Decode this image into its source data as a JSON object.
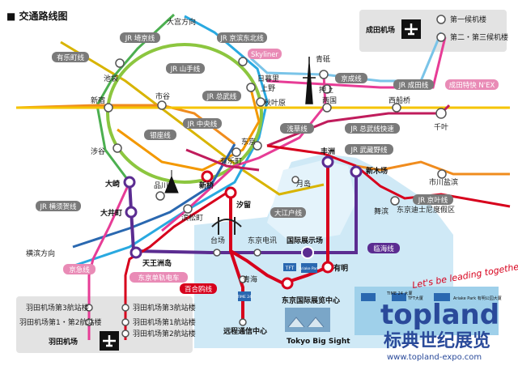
{
  "title": "■ 交通路线图",
  "colors": {
    "jr_yamanote": "#8cc63f",
    "jr_chuo": "#f08c1e",
    "jr_sobu": "#f5c400",
    "jr_keihin": "#29a9e0",
    "jr_saikyo": "#7fbf7f",
    "yurikamome": "#2a4a9a",
    "rinkai": "#1a8c7a",
    "keiyo": "#d7001c",
    "ginza": "#f39800",
    "asakusa": "#e73c96",
    "oedo": "#c01c5c",
    "tozai": "#29a9e0",
    "narita_express": "#d7001c",
    "keisei": "#7ac4e8",
    "tokyo_monorail": "#4b2e83",
    "keikyu": "#e60012",
    "harbor": "#cfe9f6",
    "pill_gray": "#7a7a7a"
  },
  "areas": {
    "narita": {
      "label": "成田机场",
      "t1": "第一候机楼",
      "t23": "第二・第三候机楼"
    },
    "haneda": {
      "label": "羽田机场",
      "keikyu_t3": "羽田机场第3航站楼",
      "keikyu_t12": "羽田机场第1・第2航站楼",
      "monorail_t3": "羽田机场第3航站楼",
      "monorail_t1": "羽田机场第1航站楼",
      "monorail_t2": "羽田机场第2航站楼"
    }
  },
  "stations": {
    "omiya": "大宫方向",
    "ikebukuro": "池袋",
    "shinjuku": "新宿",
    "ichigaya": "市谷",
    "shibuya": "涉谷",
    "ueno": "上野",
    "nippori": "日暮里",
    "akihabara": "秋叶原",
    "aoto": "青砥",
    "oshiage": "押上",
    "ryogoku": "两国",
    "nishifunabashi": "西船桥",
    "chiba": "千叶",
    "tokyo": "东京",
    "yurakucho": "有乐町",
    "shinbashi": "新桥",
    "shinagawa": "品川",
    "osaki": "大崎",
    "oimachi": "大井町",
    "hamamatsucho": "滨松町",
    "shiodome": "汐留",
    "tsukishima": "月岛",
    "toyosu": "丰洲",
    "shinkiba": "新木场",
    "ichikawa": "市川盐滨",
    "maihama": "舞滨",
    "disney": "东京迪士尼度假区",
    "odaiba": "台场",
    "telecom": "东京电讯",
    "kokusai_tenjijo": "国际展示场",
    "ariake": "有明",
    "aomi": "青海",
    "big_sight_station": "东京国际展览中心",
    "telecom_center": "远程通信中心",
    "tennozu": "天王洲岛",
    "yokohama": "横滨方向"
  },
  "lines": {
    "jr_saikyo": "JR 埼京线",
    "jr_keihin": "JR 京滨东北线",
    "yurakucho_line": "有乐町线",
    "skyliner": "Skyliner",
    "jr_yamanote": "JR 山手线",
    "jr_sobu": "JR 总武线",
    "jr_chuo": "JR 中央线",
    "keisei": "京成线",
    "jr_narita": "JR 成田线",
    "nex": "成田特快 N'EX",
    "ginza": "银座线",
    "asakusa": "浅草线",
    "sobu_rapid": "JR 总武线快速",
    "musashino": "JR 武藏野线",
    "keiyo": "JR 京叶线",
    "yokosuka": "JR 横须贺线",
    "oedo": "大江户线",
    "rinkai": "临海线",
    "keikyu": "京急线",
    "monorail": "东京单轨电车",
    "yurikamome": "百合鸥线"
  },
  "badges": {
    "tft": "TFT",
    "ariake_park": "Ariake Park",
    "time24": "TIME 24",
    "tft_big": "TFT大厦",
    "time24_big": "TIME 24 大厦",
    "ariake_park_big": "Ariake Park 有明公园大厦"
  },
  "big_sight": "Tokyo Big Sight",
  "brand": {
    "slogan": "Let's be leading together",
    "name": "topland",
    "cn": "标典世纪展览",
    "url": "www.topland-expo.com"
  }
}
